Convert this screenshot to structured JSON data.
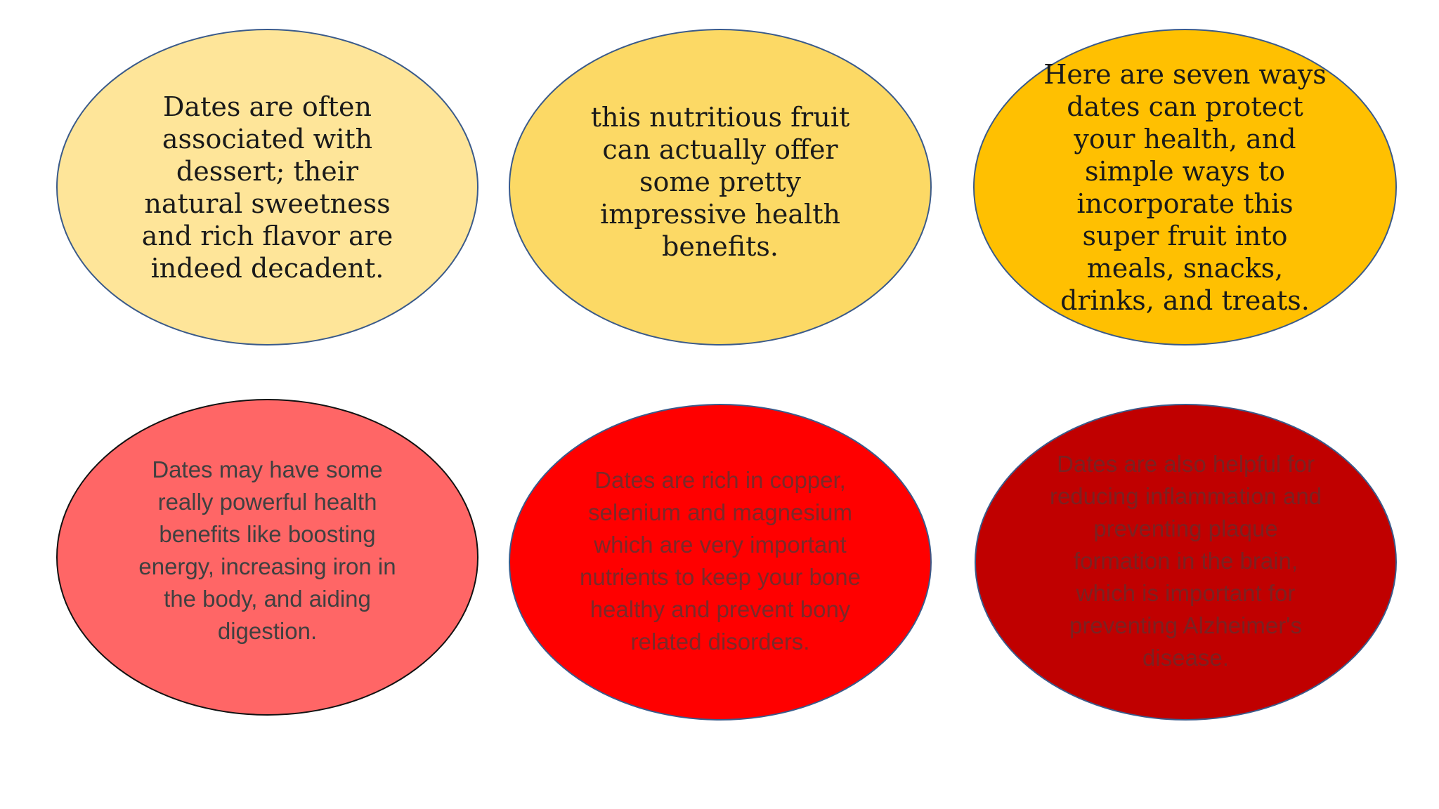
{
  "bubbles": [
    {
      "text": "Dates are often associated with dessert; their natural sweetness and rich flavor are indeed decadent.",
      "fill": "#FEE599"
    },
    {
      "text": "this nutritious fruit can actually offer some pretty impressive health benefits.",
      "fill": "#FCD965"
    },
    {
      "text": "Here are seven ways dates can protect your health, and simple ways to incorporate this super fruit into meals, snacks, drinks, and treats.",
      "fill": "#FFC001"
    },
    {
      "text": "Dates may have some really powerful health benefits like boosting energy, increasing iron in the body, and aiding digestion.",
      "fill": "#FF6666"
    },
    {
      "text": "Dates are rich in copper, selenium and magnesium which are very important nutrients to keep your bone healthy and prevent bony related disorders.",
      "fill": "#FF0000"
    },
    {
      "text": "Dates are also helpful for reducing inflammation and preventing plaque formation in the brain, which is important for preventing Alzheimer's disease.",
      "fill": "#C00000"
    }
  ]
}
